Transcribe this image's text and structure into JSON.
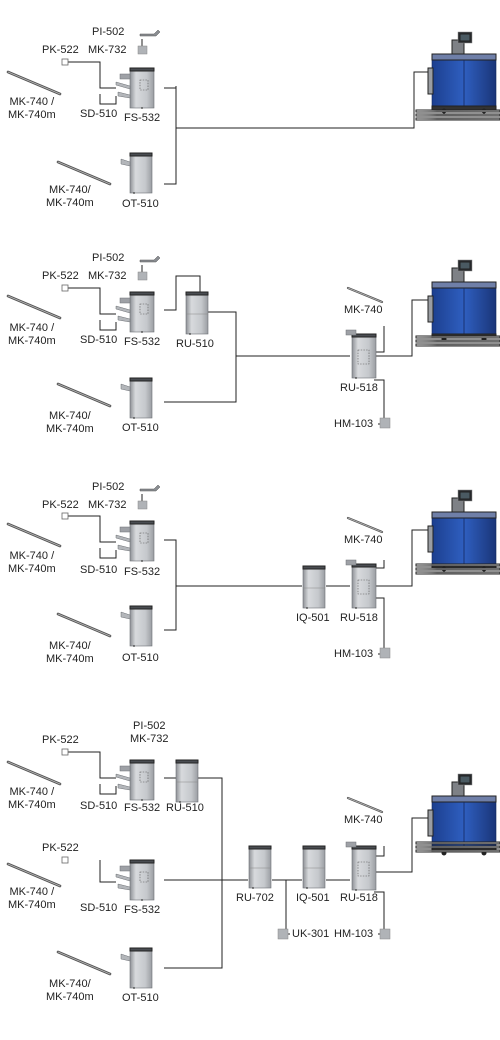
{
  "configurations": [
    {
      "labels": {
        "pi502": "PI-502",
        "pk522": "PK-522",
        "mk732": "MK-732",
        "mk740a": "MK-740 /\nMK-740m",
        "sd510": "SD-510",
        "fs532": "FS-532",
        "mk740b": "MK-740/\nMK-740m",
        "ot510": "OT-510"
      }
    },
    {
      "labels": {
        "pi502": "PI-502",
        "pk522": "PK-522",
        "mk732": "MK-732",
        "mk740a": "MK-740 /\nMK-740m",
        "sd510": "SD-510",
        "fs532": "FS-532",
        "ru510": "RU-510",
        "mk740b": "MK-740/\nMK-740m",
        "ot510": "OT-510",
        "mk740r": "MK-740",
        "ru518": "RU-518",
        "hm103": "HM-103"
      }
    },
    {
      "labels": {
        "pi502": "PI-502",
        "pk522": "PK-522",
        "mk732": "MK-732",
        "mk740a": "MK-740 /\nMK-740m",
        "sd510": "SD-510",
        "fs532": "FS-532",
        "mk740b": "MK-740/\nMK-740m",
        "ot510": "OT-510",
        "iq501": "IQ-501",
        "mk740r": "MK-740",
        "ru518": "RU-518",
        "hm103": "HM-103"
      }
    },
    {
      "labels": {
        "pk522a": "PK-522",
        "pi502mk732": "PI-502\nMK-732",
        "mk740a": "MK-740 /\nMK-740m",
        "sd510a": "SD-510",
        "fs532a": "FS-532",
        "ru510": "RU-510",
        "pk522b": "PK-522",
        "mk740b": "MK-740 /\nMK-740m",
        "sd510b": "SD-510",
        "fs532b": "FS-532",
        "mk740c": "MK-740/\nMK-740m",
        "ot510": "OT-510",
        "ru702": "RU-702",
        "iq501": "IQ-501",
        "uk301": "UK-301",
        "mk740r": "MK-740",
        "ru518": "RU-518",
        "hm103": "HM-103"
      }
    }
  ]
}
